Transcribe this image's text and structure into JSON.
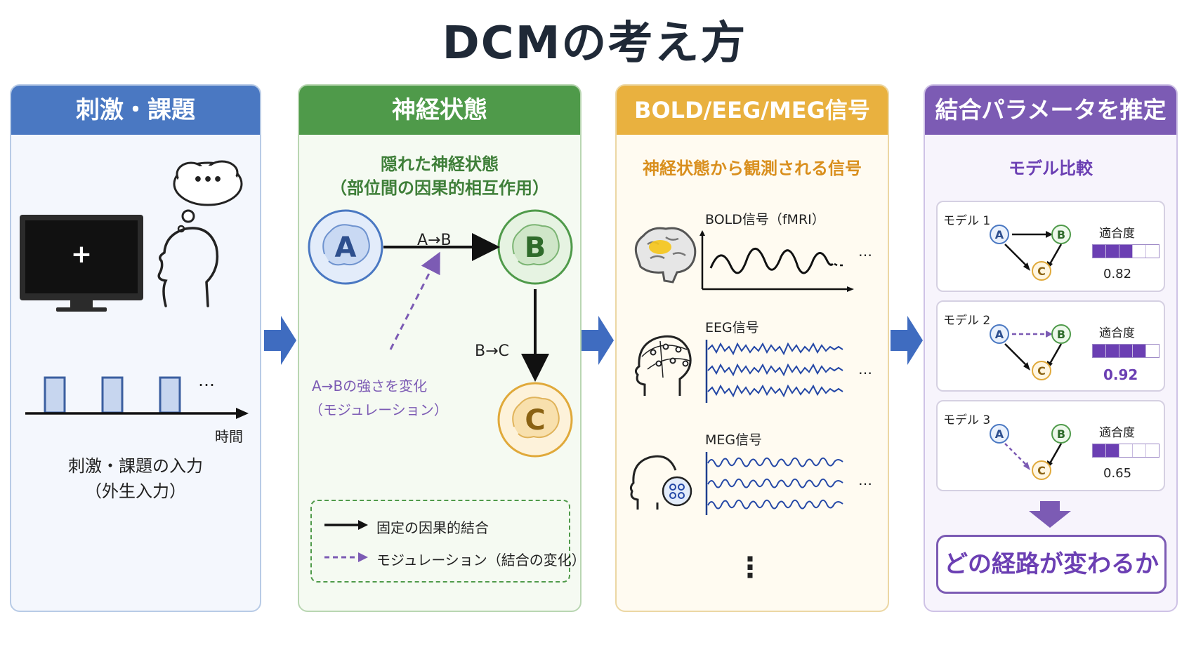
{
  "title": "DCMの考え方",
  "panel1": {
    "header": "刺激・課題",
    "cross": "+",
    "thought": "•••",
    "ellipsis": "…",
    "time_label": "時間",
    "caption_line1": "刺激・課題の入力",
    "caption_line2": "（外生入力）"
  },
  "panel2": {
    "header": "神経状態",
    "subtitle_line1": "隠れた神経状態",
    "subtitle_line2": "（部位間の因果的相互作用）",
    "node_a": "A",
    "node_b": "B",
    "node_c": "C",
    "edge_ab": "A→B",
    "edge_bc": "B→C",
    "modulation_line1": "A→Bの強さを変化",
    "modulation_line2": "（モジュレーション）",
    "legend_fixed": "固定の因果的結合",
    "legend_modulation": "モジュレーション（結合の変化）"
  },
  "panel3": {
    "header": "BOLD/EEG/MEG信号",
    "subtitle": "神経状態から観測される信号",
    "bold_label": "BOLD信号（fMRI）",
    "eeg_label": "EEG信号",
    "meg_label": "MEG信号",
    "ellipsis": "…",
    "vertical_ellipsis": "⋮"
  },
  "panel4": {
    "header": "結合パラメータを推定",
    "subtitle": "モデル比較",
    "fit_label": "適合度",
    "models": [
      {
        "name": "モデル 1",
        "fit": "0.82",
        "filled": 3
      },
      {
        "name": "モデル 2",
        "fit": "0.92",
        "filled": 4
      },
      {
        "name": "モデル 3",
        "fit": "0.65",
        "filled": 2
      }
    ],
    "conclusion": "どの経路が変わるか"
  },
  "colors": {
    "blue": "#4a78c2",
    "green": "#4f9a4a",
    "orange": "#e9b13f",
    "purple": "#7c5bb4"
  }
}
